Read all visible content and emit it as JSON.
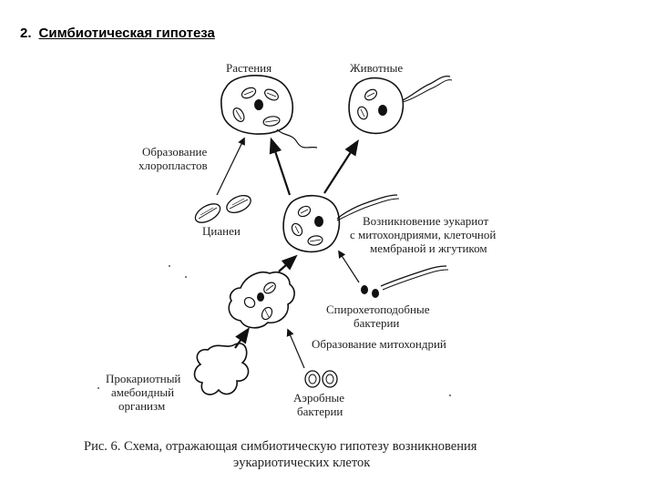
{
  "title": {
    "number": "2.",
    "text": "Симбиотическая гипотеза"
  },
  "labels": {
    "plants": "Растения",
    "animals": "Животные",
    "chloroplast_formation": [
      "Образование",
      "хлоропластов"
    ],
    "cyanobacteria": "Цианеи",
    "eukaryote_origin": [
      "Возникновение эукариот",
      "с митохондриями, клеточной",
      "мембраной и жгутиком"
    ],
    "spirochetes": [
      "Спирохетоподобные",
      "бактерии"
    ],
    "mitochondria_formation": "Образование митохондрий",
    "prokaryote": [
      "Прокариотный",
      "амебоидный",
      "организм"
    ],
    "aerobic_bacteria": [
      "Аэробные",
      "бактерии"
    ]
  },
  "caption": [
    "Рис. 6. Схема, отражающая симбиотическую гипотезу возникновения",
    "эукариотических клеток"
  ]
}
